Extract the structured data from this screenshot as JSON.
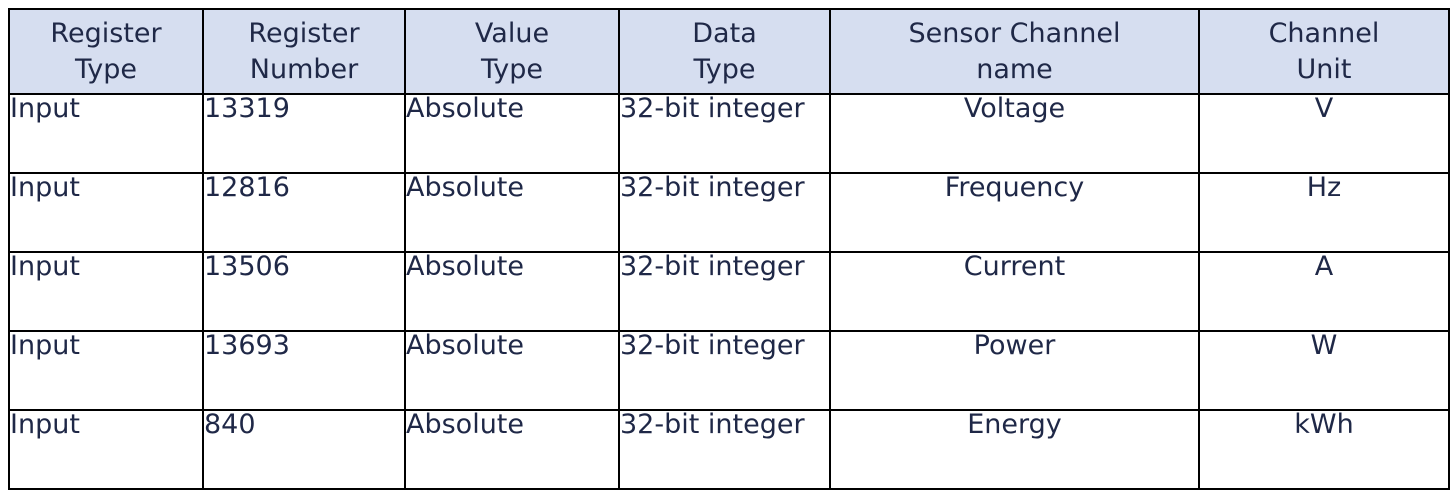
{
  "table": {
    "columns": [
      {
        "id": "register_type",
        "line1": "Register",
        "line2": "Type",
        "align": "left"
      },
      {
        "id": "register_number",
        "line1": "Register",
        "line2": "Number",
        "align": "left"
      },
      {
        "id": "value_type",
        "line1": "Value",
        "line2": "Type",
        "align": "left"
      },
      {
        "id": "data_type",
        "line1": "Data",
        "line2": "Type",
        "align": "left"
      },
      {
        "id": "sensor_channel",
        "line1": "Sensor Channel",
        "line2": "name",
        "align": "center"
      },
      {
        "id": "channel_unit",
        "line1": "Channel",
        "line2": "Unit",
        "align": "center"
      }
    ],
    "rows": [
      {
        "register_type": "Input",
        "register_number": "13319",
        "value_type": "Absolute",
        "data_type": "32-bit integer",
        "sensor_channel": "Voltage",
        "channel_unit": "V"
      },
      {
        "register_type": "Input",
        "register_number": "12816",
        "value_type": "Absolute",
        "data_type": "32-bit integer",
        "sensor_channel": "Frequency",
        "channel_unit": "Hz"
      },
      {
        "register_type": "Input",
        "register_number": "13506",
        "value_type": "Absolute",
        "data_type": "32-bit integer",
        "sensor_channel": "Current",
        "channel_unit": "A"
      },
      {
        "register_type": "Input",
        "register_number": "13693",
        "value_type": "Absolute",
        "data_type": "32-bit integer",
        "sensor_channel": "Power",
        "channel_unit": "W"
      },
      {
        "register_type": "Input",
        "register_number": "840",
        "value_type": "Absolute",
        "data_type": "32-bit integer",
        "sensor_channel": "Energy",
        "channel_unit": "kWh"
      }
    ]
  },
  "colors": {
    "header_background": "#D6DEF0",
    "text": "#1F2847",
    "border": "#000000",
    "page_background": "#FFFFFF"
  }
}
